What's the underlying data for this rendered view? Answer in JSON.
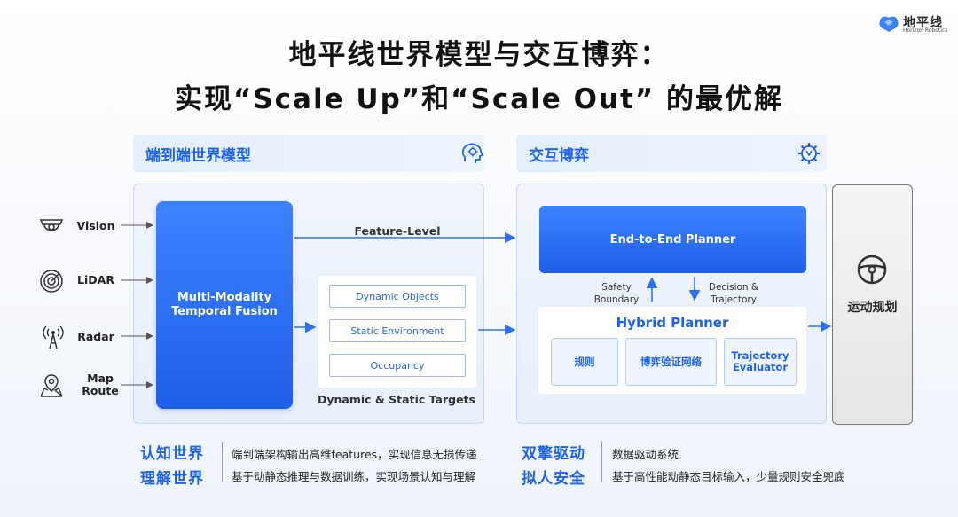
{
  "logo": {
    "name": "地平线",
    "sub": "Horizon Robotics"
  },
  "title": {
    "line1": "地平线世界模型与交互博弈：",
    "line2": "实现“Scale Up”和“Scale Out” 的最优解"
  },
  "left_section": {
    "header": "端到端世界模型",
    "inputs": [
      "Vision",
      "LiDAR",
      "Radar",
      "Map Route"
    ],
    "map_route_lines": [
      "Map",
      "Route"
    ],
    "fusion_lines": [
      "Multi-Modality",
      "Temporal Fusion"
    ],
    "feature_level": "Feature-Level",
    "targets": [
      "Dynamic Objects",
      "Static Environment",
      "Occupancy"
    ],
    "targets_caption": "Dynamic & Static Targets"
  },
  "right_section": {
    "header": "交互博弈",
    "e2e_planner": "End-to-End Planner",
    "safety_boundary": [
      "Safety",
      "Boundary"
    ],
    "decision_trajectory": [
      "Decision &",
      "Trajectory"
    ],
    "hybrid_planner": "Hybrid Planner",
    "hybrid_items": [
      "规则",
      "博弈验证网络",
      "Trajectory Evaluator"
    ],
    "trajectory_evaluator_lines": [
      "Trajectory",
      "Evaluator"
    ]
  },
  "motion_planning": "运动规划",
  "bottom": {
    "left_keys": [
      "认知世界",
      "理解世界"
    ],
    "left_descs": [
      "端到端架构输出高维features，实现信息无损传递",
      "基于动静态推理与数据训练，实现场景认知与理解"
    ],
    "right_keys": [
      "双擎驱动",
      "拟人安全"
    ],
    "right_descs": [
      "数据驱动系统",
      "基于高性能动静态目标输入，少量规则安全兜底"
    ]
  },
  "colors": {
    "accent": "#1f62ea",
    "panel": "#e9f0fb",
    "block": "#2d6ff2"
  },
  "icons": [
    "camera-icon",
    "lidar-icon",
    "radar-icon",
    "map-pin-icon",
    "brain-gear-icon",
    "gear-icon",
    "steering-wheel-icon"
  ]
}
